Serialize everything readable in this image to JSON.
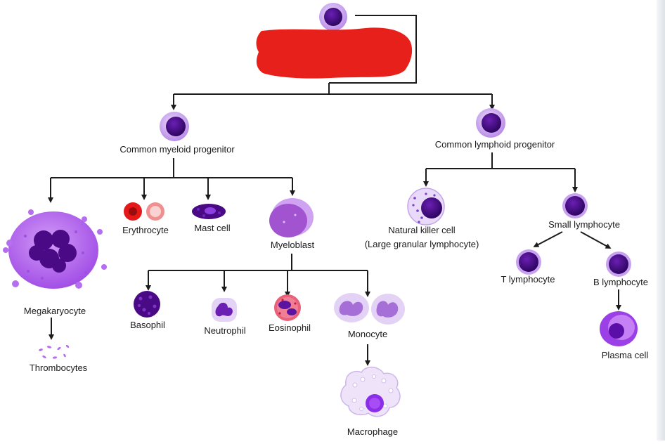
{
  "labels": {
    "common_myeloid": "Common myeloid progenitor",
    "common_lymphoid": "Common lymphoid progenitor",
    "megakaryocyte": "Megakaryocyte",
    "thrombocytes": "Thrombocytes",
    "erythrocyte": "Erythrocyte",
    "mast_cell": "Mast cell",
    "myeloblast": "Myeloblast",
    "basophil": "Basophil",
    "neutrophil": "Neutrophil",
    "eosinophil": "Eosinophil",
    "monocyte": "Monocyte",
    "macrophage": "Macrophage",
    "nk_cell": "Natural killer cell",
    "nk_cell_sub": "(Large granular lymphocyte)",
    "small_lymphocyte": "Small lymphocyte",
    "t_lymphocyte": "T lymphocyte",
    "b_lymphocyte": "B lymphocyte",
    "plasma_cell": "Plasma cell"
  },
  "colors": {
    "redaction": "#e8201c",
    "cell_outer": "#c9a6f0",
    "cell_nucleus": "#4a0a86",
    "megakaryocyte_body": "#b56ef0",
    "erythrocyte": "#e51919",
    "arrow": "#1b1b1b"
  }
}
